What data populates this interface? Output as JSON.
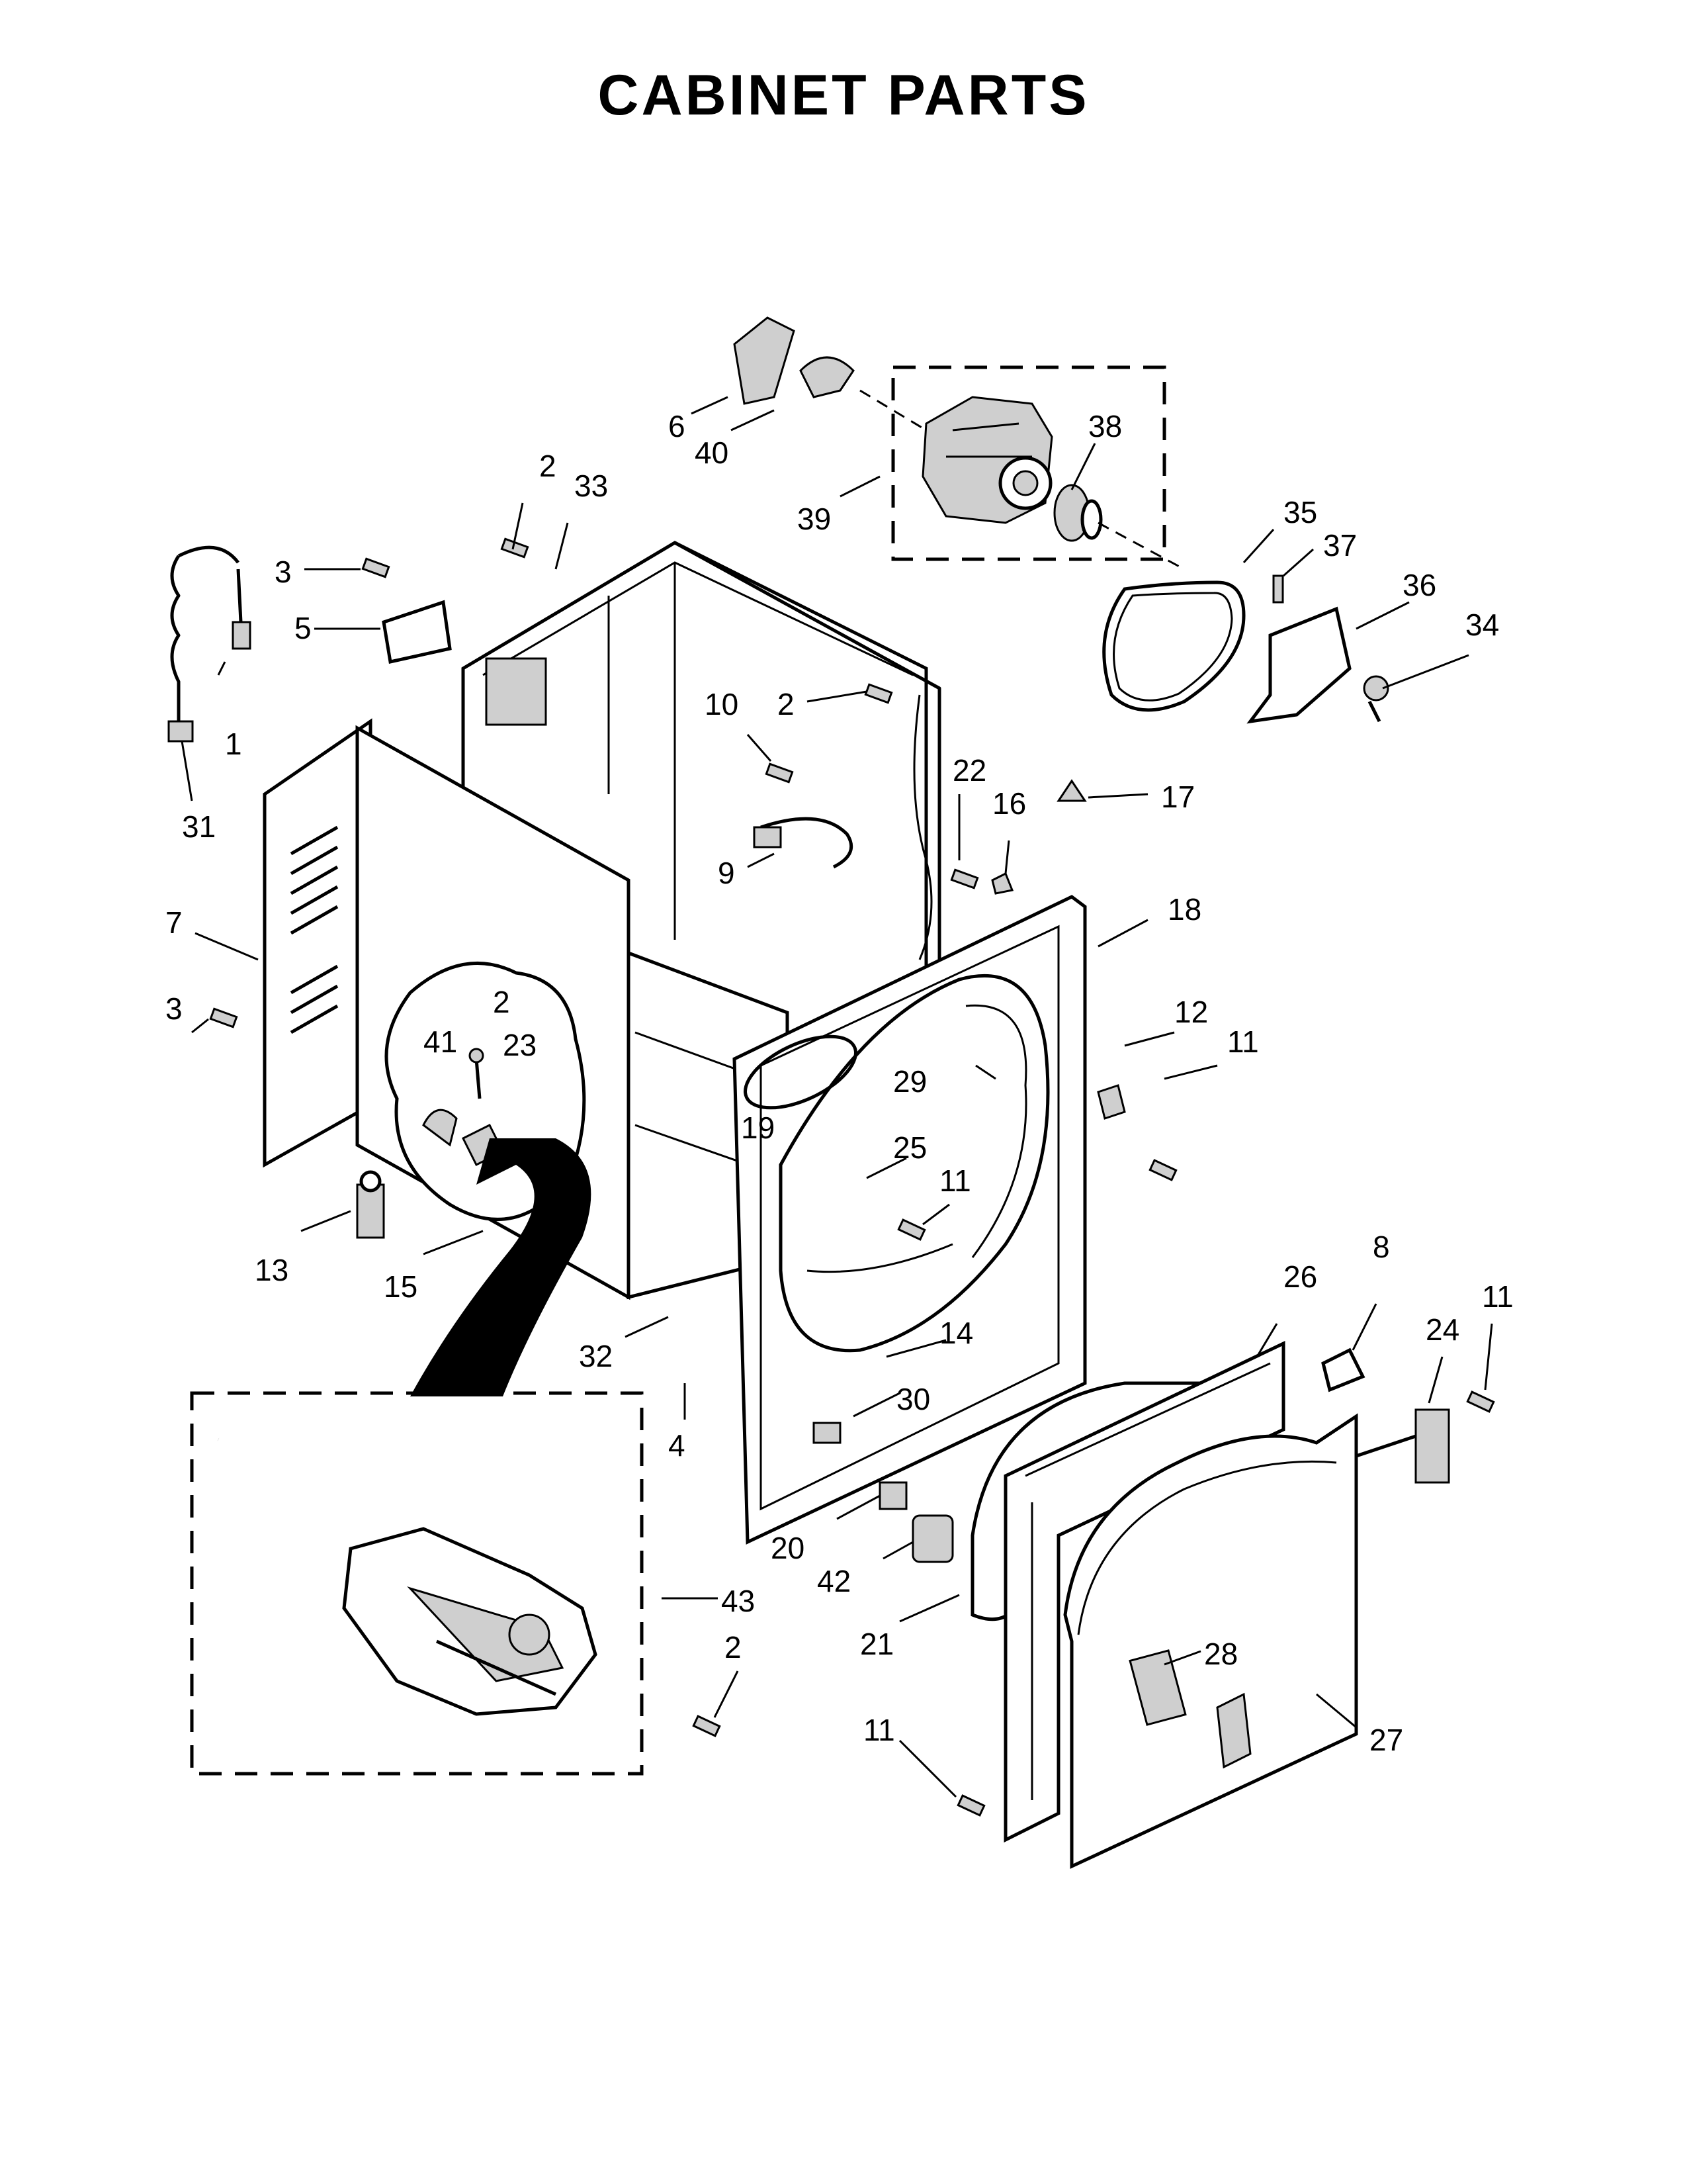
{
  "title": "CABINET PARTS",
  "callouts": [
    {
      "num": "6"
    },
    {
      "num": "40"
    },
    {
      "num": "38"
    },
    {
      "num": "39"
    },
    {
      "num": "2"
    },
    {
      "num": "33"
    },
    {
      "num": "35"
    },
    {
      "num": "37"
    },
    {
      "num": "36"
    },
    {
      "num": "34"
    },
    {
      "num": "3"
    },
    {
      "num": "5"
    },
    {
      "num": "1"
    },
    {
      "num": "31"
    },
    {
      "num": "10"
    },
    {
      "num": "2"
    },
    {
      "num": "22"
    },
    {
      "num": "16"
    },
    {
      "num": "17"
    },
    {
      "num": "9"
    },
    {
      "num": "7"
    },
    {
      "num": "18"
    },
    {
      "num": "3"
    },
    {
      "num": "2"
    },
    {
      "num": "41"
    },
    {
      "num": "23"
    },
    {
      "num": "12"
    },
    {
      "num": "11"
    },
    {
      "num": "29"
    },
    {
      "num": "19"
    },
    {
      "num": "25"
    },
    {
      "num": "11"
    },
    {
      "num": "13"
    },
    {
      "num": "15"
    },
    {
      "num": "26"
    },
    {
      "num": "8"
    },
    {
      "num": "11"
    },
    {
      "num": "24"
    },
    {
      "num": "32"
    },
    {
      "num": "14"
    },
    {
      "num": "30"
    },
    {
      "num": "4"
    },
    {
      "num": "20"
    },
    {
      "num": "42"
    },
    {
      "num": "43"
    },
    {
      "num": "21"
    },
    {
      "num": "28"
    },
    {
      "num": "2"
    },
    {
      "num": "11"
    },
    {
      "num": "27"
    }
  ]
}
